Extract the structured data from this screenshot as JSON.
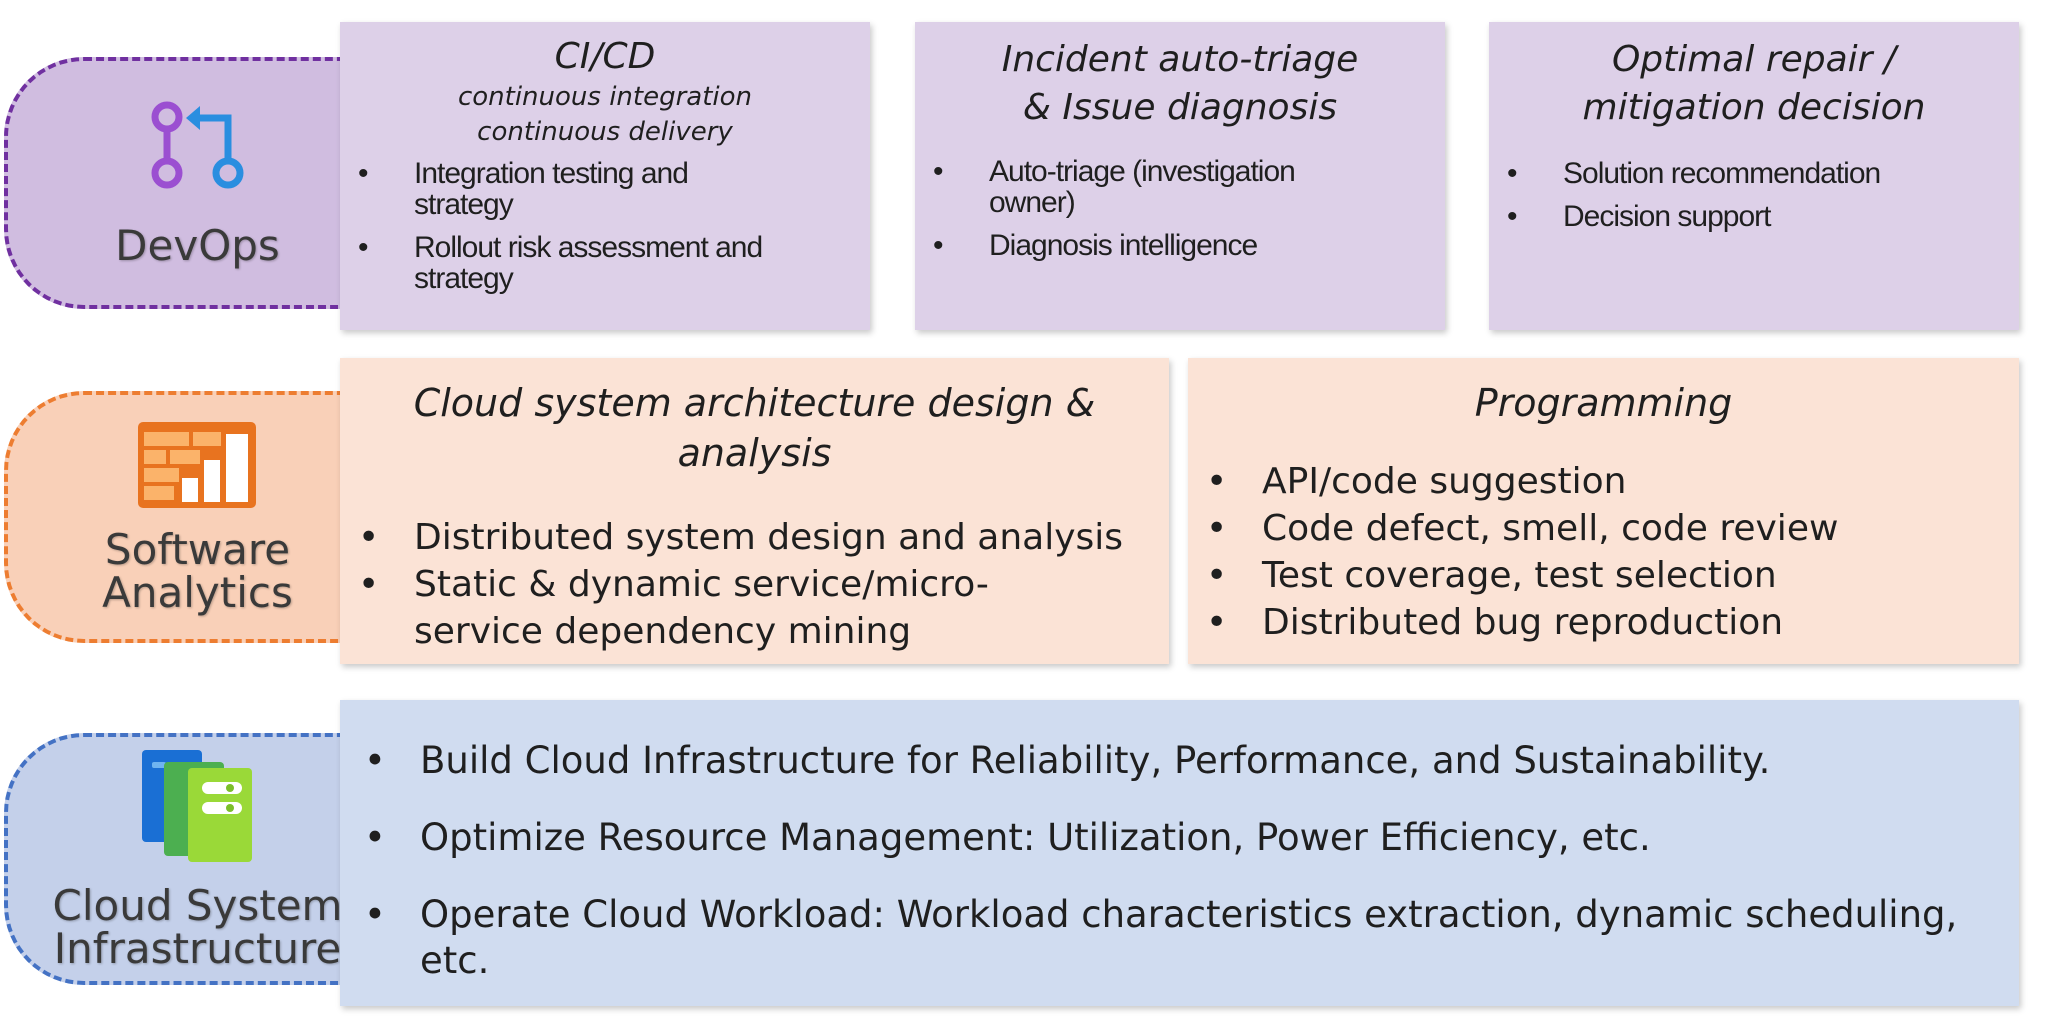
{
  "rows": {
    "devops": {
      "label": [
        "DevOps"
      ],
      "icon": "git-pull-request-icon",
      "color": "#7030a0",
      "boxes": [
        {
          "title": [
            "CI/CD"
          ],
          "subtitle": [
            "continuous integration",
            "continuous delivery"
          ],
          "bullets": [
            "Integration testing and strategy",
            "Rollout risk assessment and strategy"
          ]
        },
        {
          "title": [
            "Incident auto-triage",
            "& Issue diagnosis"
          ],
          "bullets": [
            "Auto-triage (investigation owner)",
            "Diagnosis intelligence"
          ]
        },
        {
          "title": [
            "Optimal repair /",
            "mitigation decision"
          ],
          "bullets": [
            "Solution recommendation",
            "Decision support"
          ]
        }
      ]
    },
    "software_analytics": {
      "label": [
        "Software",
        "Analytics"
      ],
      "icon": "analytics-dashboard-icon",
      "color": "#ed7d31",
      "boxes": [
        {
          "title": [
            "Cloud system architecture design & analysis"
          ],
          "bullets": [
            "Distributed system design and analysis",
            "Static & dynamic service/micro-service dependency mining"
          ]
        },
        {
          "title": [
            "Programming"
          ],
          "bullets": [
            "API/code suggestion",
            "Code defect, smell, code review",
            "Test coverage, test selection",
            "Distributed bug reproduction"
          ]
        }
      ]
    },
    "cloud_infra": {
      "label": [
        "Cloud System",
        "Infrastructure"
      ],
      "icon": "servers-icon",
      "color": "#4472c4",
      "boxes": [
        {
          "bullets": [
            "Build Cloud Infrastructure for Reliability, Performance, and Sustainability.",
            "Optimize Resource Management: Utilization, Power Efficiency, etc.",
            "Operate Cloud Workload: Workload characteristics extraction, dynamic scheduling, etc."
          ]
        }
      ]
    }
  }
}
